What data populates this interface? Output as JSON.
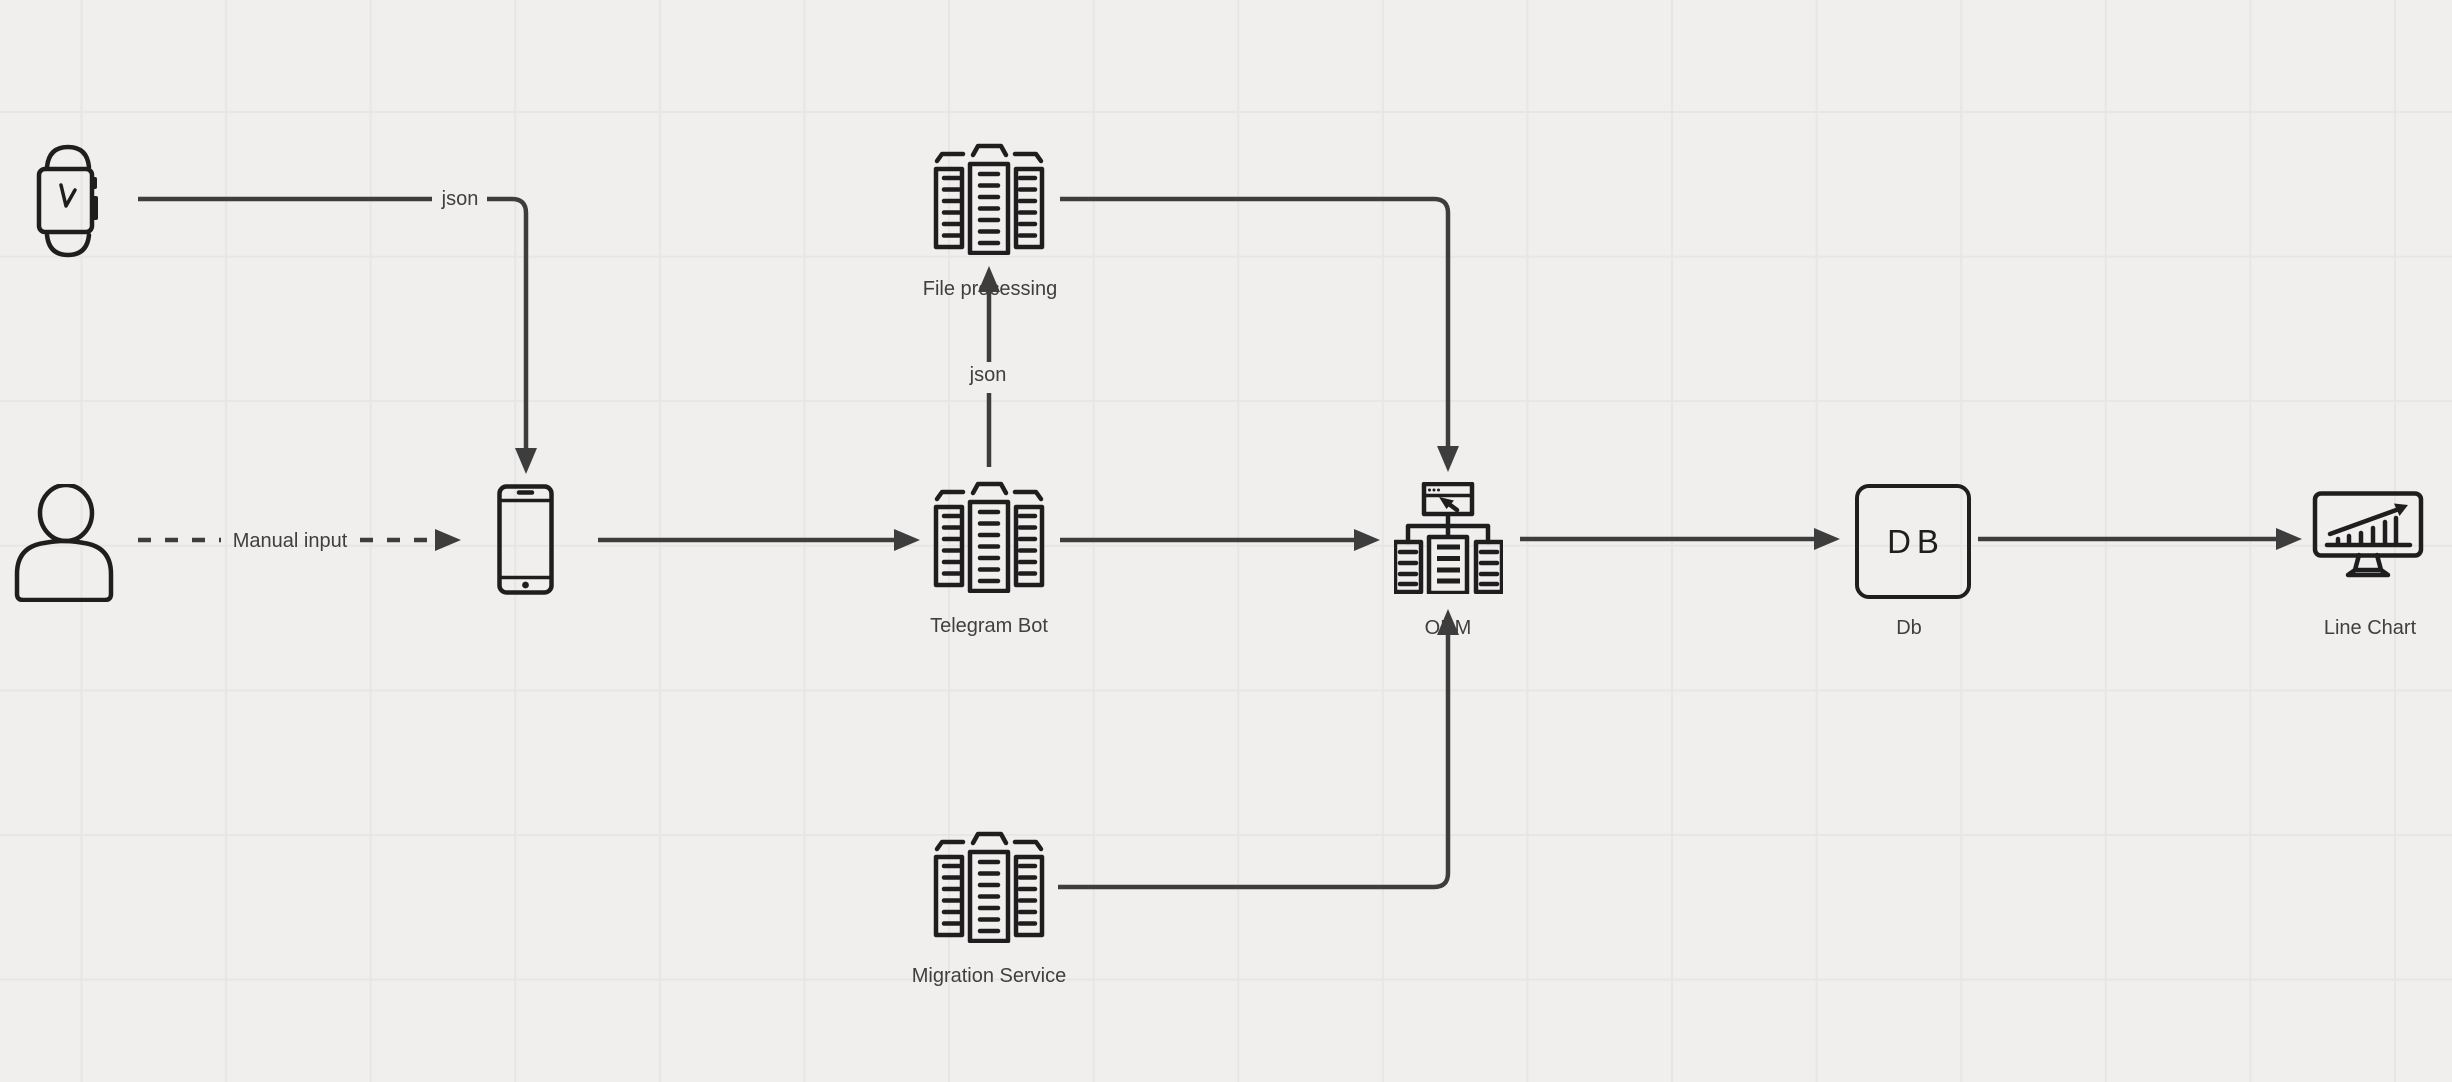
{
  "canvas": {
    "type": "whiteboard-diagram",
    "colors": {
      "bg": "#f0efee",
      "grid": "#e7e6e4",
      "edge": "#3d3d3d",
      "icon": "#1e1e1e",
      "label": "#3f3f3f"
    }
  },
  "nodes": {
    "smartwatch": {
      "label": "",
      "icon": "smartwatch-icon"
    },
    "user": {
      "label": "",
      "icon": "person-icon"
    },
    "smartphone": {
      "label": "",
      "icon": "smartphone-icon"
    },
    "file_processing": {
      "label": "File processing",
      "icon": "server-stack-icon"
    },
    "telegram_bot": {
      "label": "Telegram Bot",
      "icon": "server-stack-icon"
    },
    "migration_service": {
      "label": "Migration Service",
      "icon": "server-stack-icon"
    },
    "orm": {
      "label": "ORM",
      "icon": "sitemap-icon"
    },
    "db": {
      "label": "Db",
      "box_text": "DB"
    },
    "line_chart": {
      "label": "Line Chart",
      "icon": "line-chart-icon"
    }
  },
  "edge_labels": {
    "watch_to_phone": "json",
    "user_to_phone": "Manual input",
    "telegram_to_file": "json"
  },
  "connections": [
    {
      "from": "smartwatch",
      "to": "smartphone",
      "label": "json",
      "line": "solid"
    },
    {
      "from": "user",
      "to": "smartphone",
      "label": "Manual input",
      "line": "dashed"
    },
    {
      "from": "smartphone",
      "to": "telegram_bot",
      "label": "",
      "line": "solid"
    },
    {
      "from": "telegram_bot",
      "to": "file_processing",
      "label": "json",
      "line": "solid"
    },
    {
      "from": "file_processing",
      "to": "orm",
      "label": "",
      "line": "solid"
    },
    {
      "from": "telegram_bot",
      "to": "orm",
      "label": "",
      "line": "solid"
    },
    {
      "from": "migration_service",
      "to": "orm",
      "label": "",
      "line": "solid"
    },
    {
      "from": "orm",
      "to": "db",
      "label": "",
      "line": "solid"
    },
    {
      "from": "db",
      "to": "line_chart",
      "label": "",
      "line": "solid"
    }
  ]
}
